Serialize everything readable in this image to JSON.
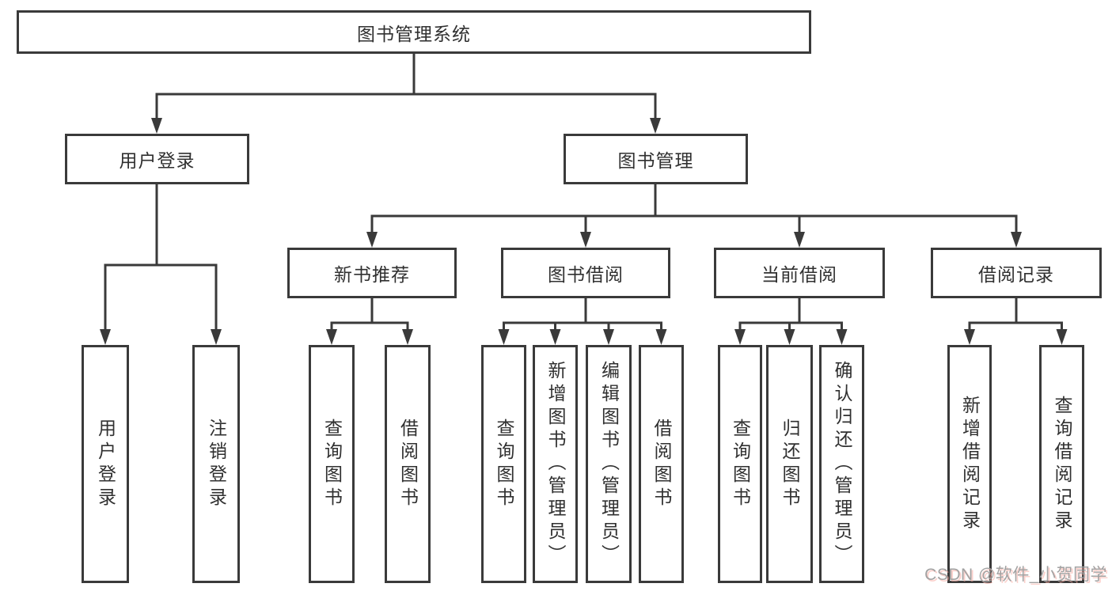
{
  "colors": {
    "line": "#3a3a3a",
    "box_border": "#3a3a3a",
    "text": "#303030",
    "watermark_text": "#a2a2a2",
    "watermark_shadow": "#f8aaa0"
  },
  "root": {
    "label": "图书管理系统"
  },
  "level2": {
    "user_login": {
      "label": "用户登录"
    },
    "book_mgmt": {
      "label": "图书管理"
    }
  },
  "level3": {
    "new_books": {
      "label": "新书推荐"
    },
    "borrow": {
      "label": "图书借阅"
    },
    "current": {
      "label": "当前借阅"
    },
    "records": {
      "label": "借阅记录"
    }
  },
  "leaves": {
    "user_login": [
      "用户登录",
      "注销登录"
    ],
    "new_books": [
      "查询图书",
      "借阅图书"
    ],
    "borrow": [
      "查询图书",
      "新增图书（管理员）",
      "编辑图书（管理员）",
      "借阅图书"
    ],
    "current": [
      "查询图书",
      "归还图书",
      "确认归还（管理员）"
    ],
    "records": [
      "新增借阅记录",
      "查询借阅记录"
    ]
  },
  "watermark": "CSDN @软件_小贺同学"
}
